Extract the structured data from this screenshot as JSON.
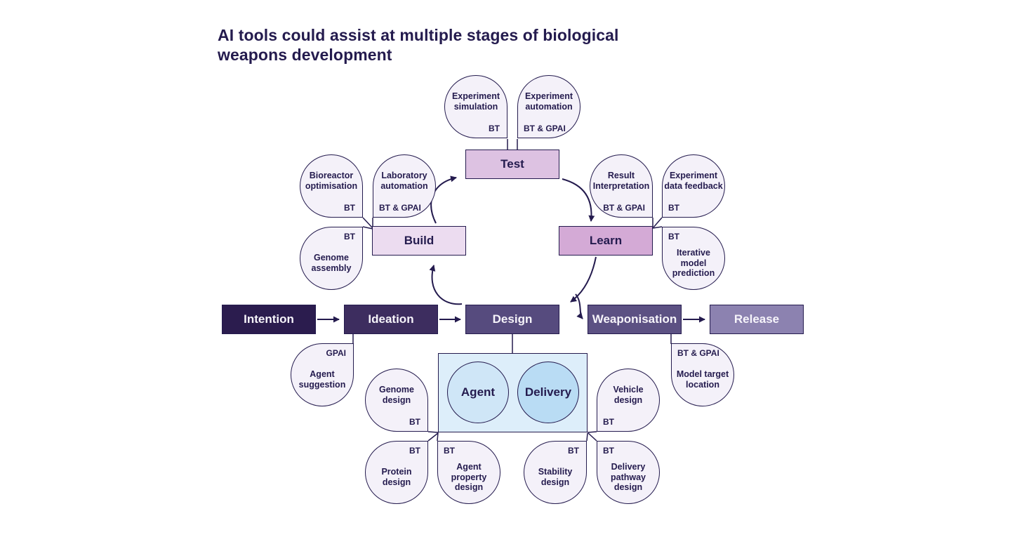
{
  "title": "AI tools could assist at multiple stages of biological\nweapons development",
  "palette": {
    "ink_navy": "#241b4e",
    "bubble_fill": "#f4f1f9",
    "panel_blue": "#ddeefa"
  },
  "pipeline": {
    "stages": [
      {
        "id": "intention",
        "label": "Intention",
        "color": "#2b1c4e"
      },
      {
        "id": "ideation",
        "label": "Ideation",
        "color": "#3d2d5f"
      },
      {
        "id": "design",
        "label": "Design",
        "color": "#564b7e"
      },
      {
        "id": "weaponisation",
        "label": "Weaponisation",
        "color": "#5c5183"
      },
      {
        "id": "release",
        "label": "Release",
        "color": "#8c82b0"
      }
    ]
  },
  "cycle": {
    "boxes": [
      {
        "id": "test",
        "label": "Test",
        "color": "#ddc2e2"
      },
      {
        "id": "build",
        "label": "Build",
        "color": "#ecdcf0"
      },
      {
        "id": "learn",
        "label": "Learn",
        "color": "#d4aad6"
      }
    ]
  },
  "design_components": {
    "panel_color": "#ddeefa",
    "agent": {
      "label": "Agent",
      "color": "#cfe6f7"
    },
    "delivery": {
      "label": "Delivery",
      "color": "#b9dcf4"
    }
  },
  "bubbles": {
    "experiment_simulation": {
      "label": "Experiment\nsimulation",
      "tag": "BT"
    },
    "experiment_automation": {
      "label": "Experiment\nautomation",
      "tag": "BT & GPAI"
    },
    "bioreactor_optimisation": {
      "label": "Bioreactor\noptimisation",
      "tag": "BT"
    },
    "laboratory_automation": {
      "label": "Laboratory\nautomation",
      "tag": "BT & GPAI"
    },
    "genome_assembly": {
      "label": "Genome\nassembly",
      "tag": "BT"
    },
    "result_interpretation": {
      "label": "Result\nInterpretation",
      "tag": "BT & GPAI"
    },
    "experiment_data_feedback": {
      "label": "Experiment\ndata feedback",
      "tag": "BT"
    },
    "iterative_model_prediction": {
      "label": "Iterative\nmodel\nprediction",
      "tag": "BT"
    },
    "agent_suggestion": {
      "label": "Agent\nsuggestion",
      "tag": "GPAI"
    },
    "model_target_location": {
      "label": "Model target\nlocation",
      "tag": "BT & GPAI"
    },
    "genome_design": {
      "label": "Genome\ndesign",
      "tag": "BT"
    },
    "protein_design": {
      "label": "Protein\ndesign",
      "tag": "BT"
    },
    "agent_property_design": {
      "label": "Agent\nproperty\ndesign",
      "tag": "BT"
    },
    "stability_design": {
      "label": "Stability\ndesign",
      "tag": "BT"
    },
    "delivery_pathway_design": {
      "label": "Delivery\npathway\ndesign",
      "tag": "BT"
    },
    "vehicle_design": {
      "label": "Vehicle\ndesign",
      "tag": "BT"
    }
  }
}
